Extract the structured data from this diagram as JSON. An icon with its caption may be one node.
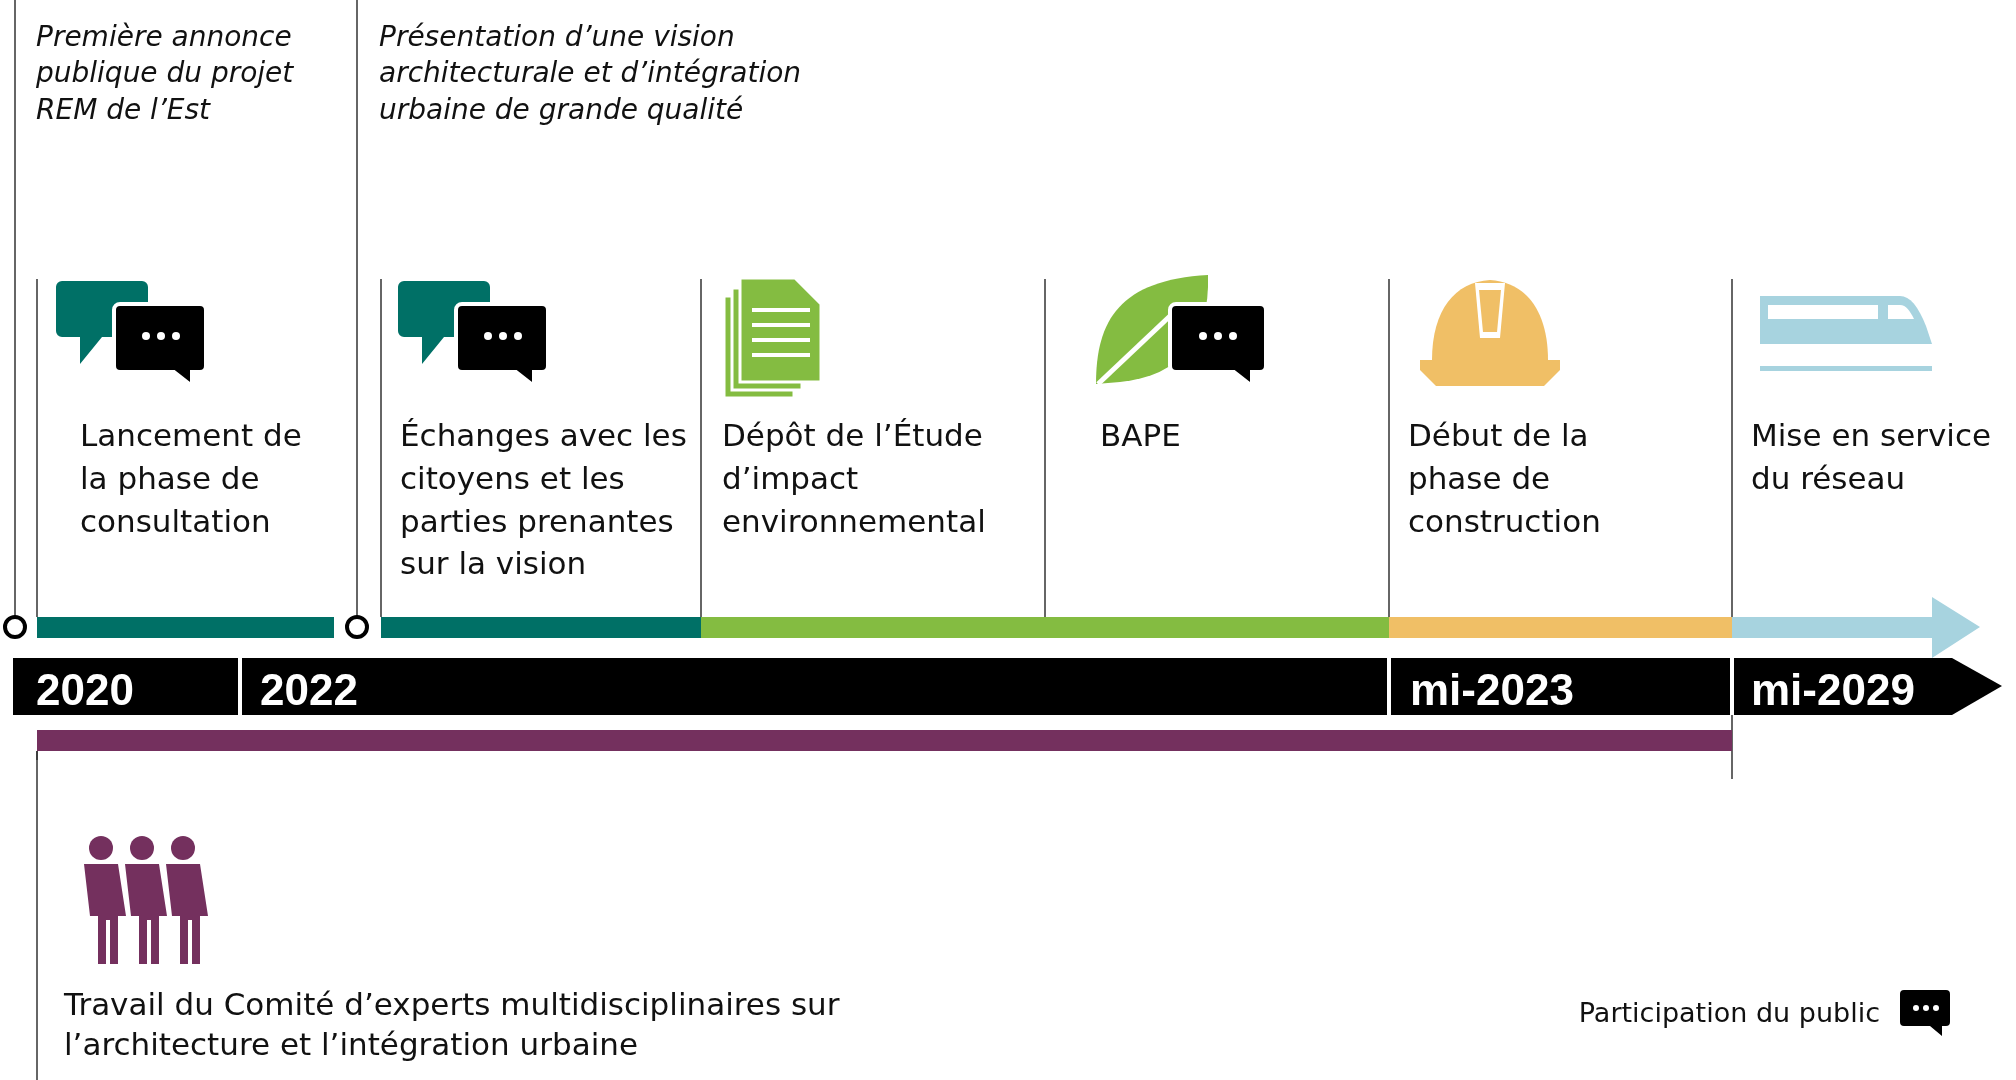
{
  "diagram": {
    "labels": [
      "Première annonce publique du projet REM de l’Est",
      "Présentation d’une vision architecturale et d’intégration urbaine de grande qualité",
      "Lancement de la phase de consultation",
      "Échanges avec les citoyens et les parties prenantes sur la vision",
      "Dépôt de l’Étude d’impact environnemental",
      "BAPE",
      "Début de la phase de construction",
      "Mise en service du réseau",
      "2020",
      "2022",
      "mi-2023",
      "mi-2029",
      "Travail du Comité d’experts multidisciplinaires sur l’architecture et l’intégration urbaine"
    ],
    "legend": [
      {
        "text": "Participation du public"
      }
    ]
  }
}
